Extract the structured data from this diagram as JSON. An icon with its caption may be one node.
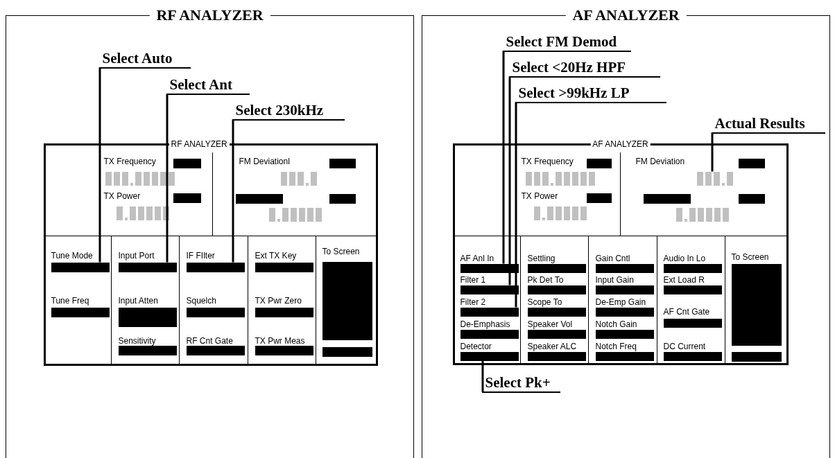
{
  "diagram": {
    "nodes": [
      {
        "text": [
          "RF ANALYZER"
        ]
      },
      {
        "text": [
          "Select Auto"
        ],
        "in": 0
      },
      {
        "text": [
          "Select Ant"
        ],
        "in": 0
      },
      {
        "text": [
          "Select 230kHz"
        ],
        "in": 0
      },
      {
        "text": [
          "RF ANALYZER"
        ],
        "in": 0
      },
      {
        "text": [
          "TX Frequency"
        ],
        "in": 4
      },
      {
        "text": [
          "FM Deviationl"
        ],
        "in": 4
      },
      {
        "text": [
          "TX Power"
        ],
        "in": 4
      },
      {
        "text": [
          "Tune Mode"
        ],
        "in": 4
      },
      {
        "text": [
          "Input Port"
        ],
        "in": 4
      },
      {
        "text": [
          "IF FIlter"
        ],
        "in": 4
      },
      {
        "text": [
          "Ext TX Key"
        ],
        "in": 4
      },
      {
        "text": [
          "To Screen"
        ],
        "in": 4
      },
      {
        "text": [
          "Tune Freq"
        ],
        "in": 4
      },
      {
        "text": [
          "Input Atten"
        ],
        "in": 4
      },
      {
        "text": [
          "Squelch"
        ],
        "in": 4
      },
      {
        "text": [
          "TX Pwr Zero"
        ],
        "in": 4
      },
      {
        "text": [
          "Sensitivity"
        ],
        "in": 4
      },
      {
        "text": [
          "RF Cnt Gate"
        ],
        "in": 4
      },
      {
        "text": [
          "TX Pwr Meas"
        ],
        "in": 4
      },
      {
        "text": [
          "AF ANALYZER"
        ]
      },
      {
        "text": [
          "Select FM Demod"
        ],
        "in": 20
      },
      {
        "text": [
          "Select <20Hz HPF"
        ],
        "in": 20
      },
      {
        "text": [
          "Select >99kHz LP"
        ],
        "in": 20
      },
      {
        "text": [
          "Actual Results"
        ],
        "in": 20
      },
      {
        "text": [
          "AF ANALYZER"
        ],
        "in": 20
      },
      {
        "text": [
          "TX Frequency"
        ],
        "in": 25
      },
      {
        "text": [
          "FM Deviation"
        ],
        "in": 25
      },
      {
        "text": [
          "TX Power"
        ],
        "in": 25
      },
      {
        "text": [
          "AF Anl In"
        ],
        "in": 25
      },
      {
        "text": [
          "Settling"
        ],
        "in": 25
      },
      {
        "text": [
          "Gain Cntl"
        ],
        "in": 25
      },
      {
        "text": [
          "Audio In Lo"
        ],
        "in": 25
      },
      {
        "text": [
          "To Screen"
        ],
        "in": 25
      },
      {
        "text": [
          "Filter 1"
        ],
        "in": 25
      },
      {
        "text": [
          "Pk Det To"
        ],
        "in": 25
      },
      {
        "text": [
          "Input Gain"
        ],
        "in": 25
      },
      {
        "text": [
          "Ext Load R"
        ],
        "in": 25
      },
      {
        "text": [
          "Filter 2"
        ],
        "in": 25
      },
      {
        "text": [
          "Scope To"
        ],
        "in": 25
      },
      {
        "text": [
          "De-Emp Gain"
        ],
        "in": 25
      },
      {
        "text": [
          "AF Cnt Gate"
        ],
        "in": 25
      },
      {
        "text": [
          "De-Emphasis"
        ],
        "in": 25
      },
      {
        "text": [
          "Speaker Vol"
        ],
        "in": 25
      },
      {
        "text": [
          "Notch Gain"
        ],
        "in": 25
      },
      {
        "text": [
          "Speaker ALC"
        ],
        "in": 25
      },
      {
        "text": [
          "Notch Freq"
        ],
        "in": 25
      },
      {
        "text": [
          "Detector"
        ],
        "in": 25
      },
      {
        "text": [
          "DC Current"
        ],
        "in": 25
      },
      {
        "text": [
          "Select Pk+"
        ],
        "in": 20
      },
      {
        "text": [],
        "shape": "bar",
        "in": 4
      },
      {
        "text": [],
        "shape": "bar",
        "in": 25
      }
    ],
    "edges": [
      {
        "from": 1,
        "to": 8,
        "arrow": "none"
      },
      {
        "from": 2,
        "to": 9,
        "arrow": "none"
      },
      {
        "from": 3,
        "to": 10,
        "arrow": "none"
      },
      {
        "from": 21,
        "to": 29,
        "arrow": "none"
      },
      {
        "from": 22,
        "to": 34,
        "arrow": "none"
      },
      {
        "from": 23,
        "to": 38,
        "arrow": "none"
      },
      {
        "from": 24,
        "to": 27,
        "arrow": "none"
      },
      {
        "from": 49,
        "to": 47,
        "arrow": "none"
      }
    ]
  }
}
